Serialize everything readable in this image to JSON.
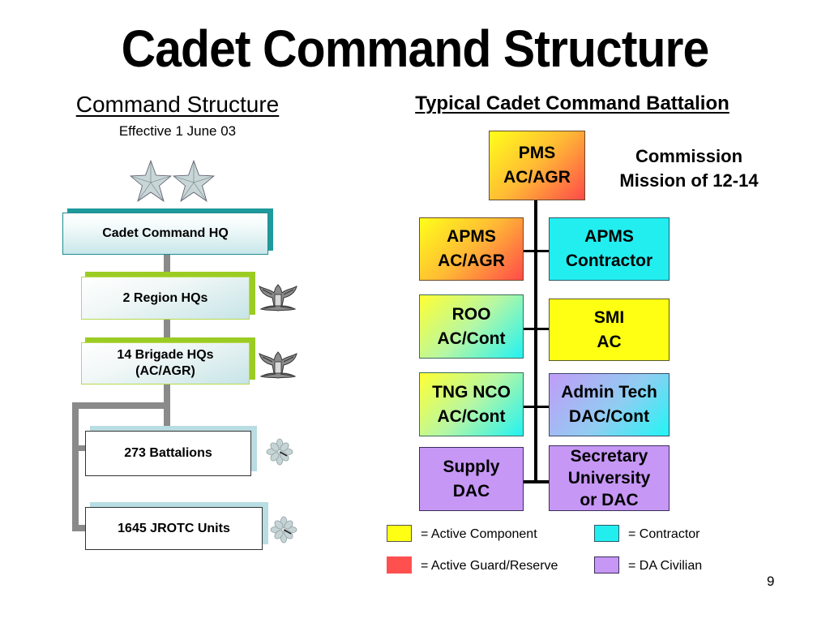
{
  "slide": {
    "title": "Cadet Command Structure",
    "page_number": "9"
  },
  "left_chart": {
    "heading": "Command Structure",
    "subheading": "Effective 1 June 03",
    "insignia_top": "two-star-insignia",
    "nodes": [
      {
        "label": "Cadet Command HQ",
        "insignia": "major-general-two-stars"
      },
      {
        "label": "2 Region HQs",
        "insignia": "colonel-eagle"
      },
      {
        "label_lines": [
          "14 Brigade HQs",
          "(AC/AGR)"
        ],
        "insignia": "colonel-eagle"
      },
      {
        "label": "273 Battalions",
        "insignia": "lieutenant-colonel-oak-leaf"
      },
      {
        "label": "1645 JROTC Units",
        "insignia": "lieutenant-colonel-oak-leaf"
      }
    ]
  },
  "right_chart": {
    "heading": "Typical Cadet Command Battalion",
    "mission_lines": [
      "Commission",
      "Mission of 12-14"
    ],
    "top": {
      "lines": [
        "PMS",
        "AC/AGR"
      ],
      "fill": "gradient-yellow-to-red"
    },
    "left_column": [
      {
        "lines": [
          "APMS",
          "AC/AGR"
        ],
        "fill": "gradient-yellow-to-red"
      },
      {
        "lines": [
          "ROO",
          "AC/Cont"
        ],
        "fill": "gradient-yellow-to-cyan"
      },
      {
        "lines": [
          "TNG NCO",
          "AC/Cont"
        ],
        "fill": "gradient-yellow-to-cyan"
      },
      {
        "lines": [
          "Supply",
          "DAC"
        ],
        "fill": "#C697F5"
      }
    ],
    "right_column": [
      {
        "lines": [
          "APMS",
          "Contractor"
        ],
        "fill": "#22EEF0"
      },
      {
        "lines": [
          "SMI",
          "AC"
        ],
        "fill": "#FFFF14"
      },
      {
        "lines": [
          "Admin Tech",
          "DAC/Cont"
        ],
        "fill": "gradient-purple-to-cyan"
      },
      {
        "lines": [
          "Secretary",
          "University",
          "or DAC"
        ],
        "fill": "#C697F5"
      }
    ]
  },
  "legend": [
    {
      "color": "#FFFF14",
      "label": "= Active Component"
    },
    {
      "color": "#22EEF0",
      "label": "= Contractor"
    },
    {
      "color": "#FF5050",
      "label": "= Active Guard/Reserve"
    },
    {
      "color": "#C697F5",
      "label": "= DA Civilian"
    }
  ],
  "colors": {
    "hq_accent": "#1F9A9C",
    "region_accent": "#9BCC23",
    "battalion_accent": "#B8DDE2",
    "connector_gray": "#8A8A8A"
  }
}
